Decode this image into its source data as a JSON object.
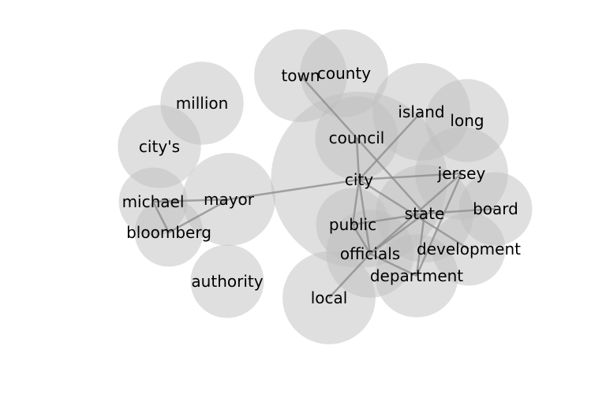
{
  "colors": {
    "bubble": "#bfbfbf",
    "edge": "#8a8a8a",
    "label": "#000000"
  },
  "diagram": {
    "type": "word-cooccurrence-bubble-network",
    "nodes": [
      {
        "id": "city",
        "label": "city",
        "size": 3.6
      },
      {
        "id": "town",
        "label": "town",
        "size": 1.9
      },
      {
        "id": "county",
        "label": "county",
        "size": 1.8
      },
      {
        "id": "million",
        "label": "million",
        "size": 1.7
      },
      {
        "id": "citys",
        "label": "city's",
        "size": 1.7
      },
      {
        "id": "council",
        "label": "council",
        "size": 1.7
      },
      {
        "id": "island",
        "label": "island",
        "size": 2.0
      },
      {
        "id": "long",
        "label": "long",
        "size": 1.7
      },
      {
        "id": "jersey",
        "label": "jersey",
        "size": 1.9
      },
      {
        "id": "mayor",
        "label": "mayor",
        "size": 1.9
      },
      {
        "id": "michael",
        "label": "michael",
        "size": 1.4
      },
      {
        "id": "bloomberg",
        "label": "bloomberg",
        "size": 1.4
      },
      {
        "id": "state",
        "label": "state",
        "size": 2.0
      },
      {
        "id": "board",
        "label": "board",
        "size": 1.5
      },
      {
        "id": "public",
        "label": "public",
        "size": 1.5
      },
      {
        "id": "officials",
        "label": "officials",
        "size": 1.8
      },
      {
        "id": "development",
        "label": "development",
        "size": 1.5
      },
      {
        "id": "department",
        "label": "department",
        "size": 1.7
      },
      {
        "id": "authority",
        "label": "authority",
        "size": 1.5
      },
      {
        "id": "local",
        "label": "local",
        "size": 1.9
      }
    ],
    "edges": [
      [
        "town",
        "state"
      ],
      [
        "council",
        "city"
      ],
      [
        "island",
        "city"
      ],
      [
        "city",
        "mayor"
      ],
      [
        "city",
        "jersey"
      ],
      [
        "city",
        "public"
      ],
      [
        "city",
        "officials"
      ],
      [
        "city",
        "development"
      ],
      [
        "mayor",
        "michael"
      ],
      [
        "mayor",
        "bloomberg"
      ],
      [
        "michael",
        "bloomberg"
      ],
      [
        "state",
        "officials"
      ],
      [
        "state",
        "public"
      ],
      [
        "state",
        "department"
      ],
      [
        "state",
        "board"
      ],
      [
        "jersey",
        "officials"
      ],
      [
        "jersey",
        "department"
      ],
      [
        "officials",
        "department"
      ],
      [
        "officials",
        "local"
      ],
      [
        "public",
        "officials"
      ]
    ]
  }
}
